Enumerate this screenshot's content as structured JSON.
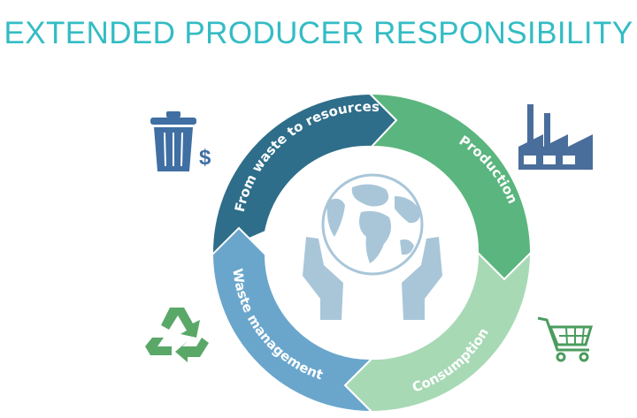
{
  "title": "EXTENDED PRODUCER RESPONSIBILITY",
  "cycle": {
    "segments": [
      {
        "label": "From waste to resources",
        "color": "#2e6e8a"
      },
      {
        "label": "Production",
        "color": "#5bb57e"
      },
      {
        "label": "Consumption",
        "color": "#a8d9b5"
      },
      {
        "label": "Waste management",
        "color": "#6aa6cc"
      }
    ]
  },
  "icons": {
    "dollar_symbol": "$"
  },
  "colors": {
    "title": "#33bcc4",
    "globe": "#a9c6d9",
    "hands": "#a9c6d9",
    "trash": "#3f6fa3",
    "factory": "#4a6e9c",
    "cart": "#4b9c5e",
    "recycle": "#5aa868"
  }
}
